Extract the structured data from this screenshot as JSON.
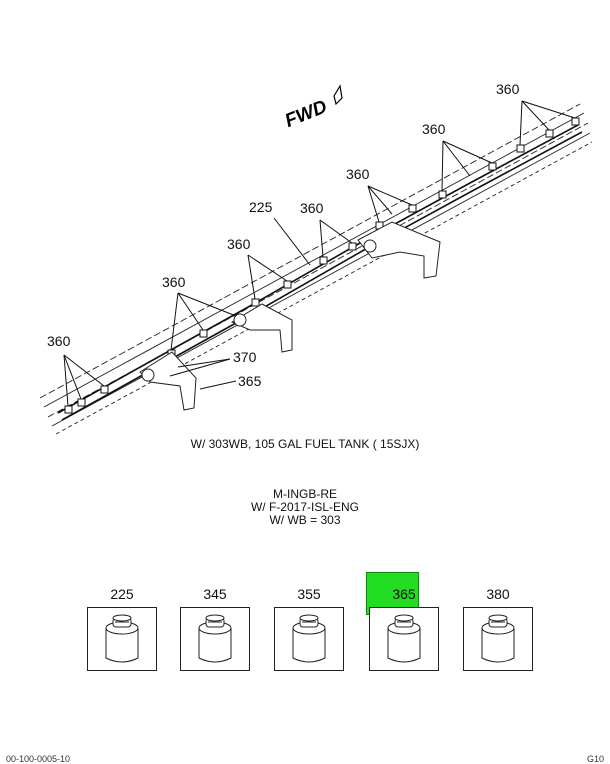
{
  "direction_label": "FWD",
  "callouts": {
    "c225": "225",
    "c360": "360",
    "c370": "370",
    "c365": "365"
  },
  "caption_main": "W/ 303WB, 105 GAL FUEL TANK ( 15SJX)",
  "caption_block": [
    "M-INGB-RE",
    "W/ F-2017-ISL-ENG",
    "W/ WB = 303"
  ],
  "parts": [
    {
      "number": "225",
      "icon": "cylinder-part-icon",
      "selected": false
    },
    {
      "number": "345",
      "icon": "cylinder-part-icon",
      "selected": false
    },
    {
      "number": "355",
      "icon": "cylinder-part-icon",
      "selected": false
    },
    {
      "number": "365",
      "icon": "cylinder-part-icon",
      "selected": true
    },
    {
      "number": "380",
      "icon": "cylinder-part-icon",
      "selected": false
    }
  ],
  "highlight_color": "#22dd22",
  "footer_left": "00-100-0005-10",
  "footer_right": "G10"
}
